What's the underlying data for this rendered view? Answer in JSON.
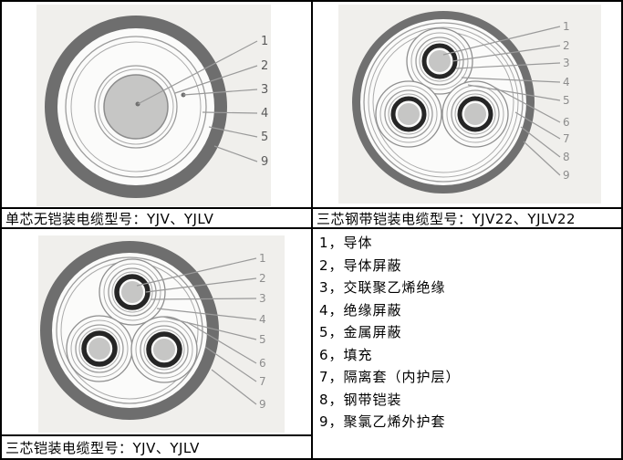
{
  "captions": {
    "single_core": "单芯无铠装电缆型号：YJV、YJLV",
    "three_core_steel_tape": "三芯钢带铠装电缆型号：YJV22、YJLV22",
    "three_core": "三芯铠装电缆型号：YJV、YJLV"
  },
  "legend": {
    "items": [
      "1，导体",
      "2，导体屏蔽",
      "3，交联聚乙烯绝缘",
      "4，绝缘屏蔽",
      "5，金属屏蔽",
      "6，填充",
      "7，隔离套（内护层）",
      "8，钢带铠装",
      "9，聚氯乙烯外护套"
    ]
  },
  "diagrams": {
    "single_core": {
      "labels": [
        "1",
        "2",
        "3",
        "4",
        "5",
        "9"
      ]
    },
    "three_core_steel_tape": {
      "labels": [
        "1",
        "2",
        "3",
        "4",
        "5",
        "6",
        "7",
        "8",
        "9"
      ]
    },
    "three_core": {
      "labels": [
        "1",
        "2",
        "3",
        "4",
        "5",
        "6",
        "7",
        "9"
      ]
    }
  },
  "colors": {
    "outer_sheath": "#6e6e6e",
    "conductor_fill": "#c6c6c5",
    "core_ring": "#262626",
    "leader_line": "#9a9a9a",
    "scan_background": "#f0efec",
    "grid_border": "#000000",
    "cell_background": "#ffffff"
  }
}
